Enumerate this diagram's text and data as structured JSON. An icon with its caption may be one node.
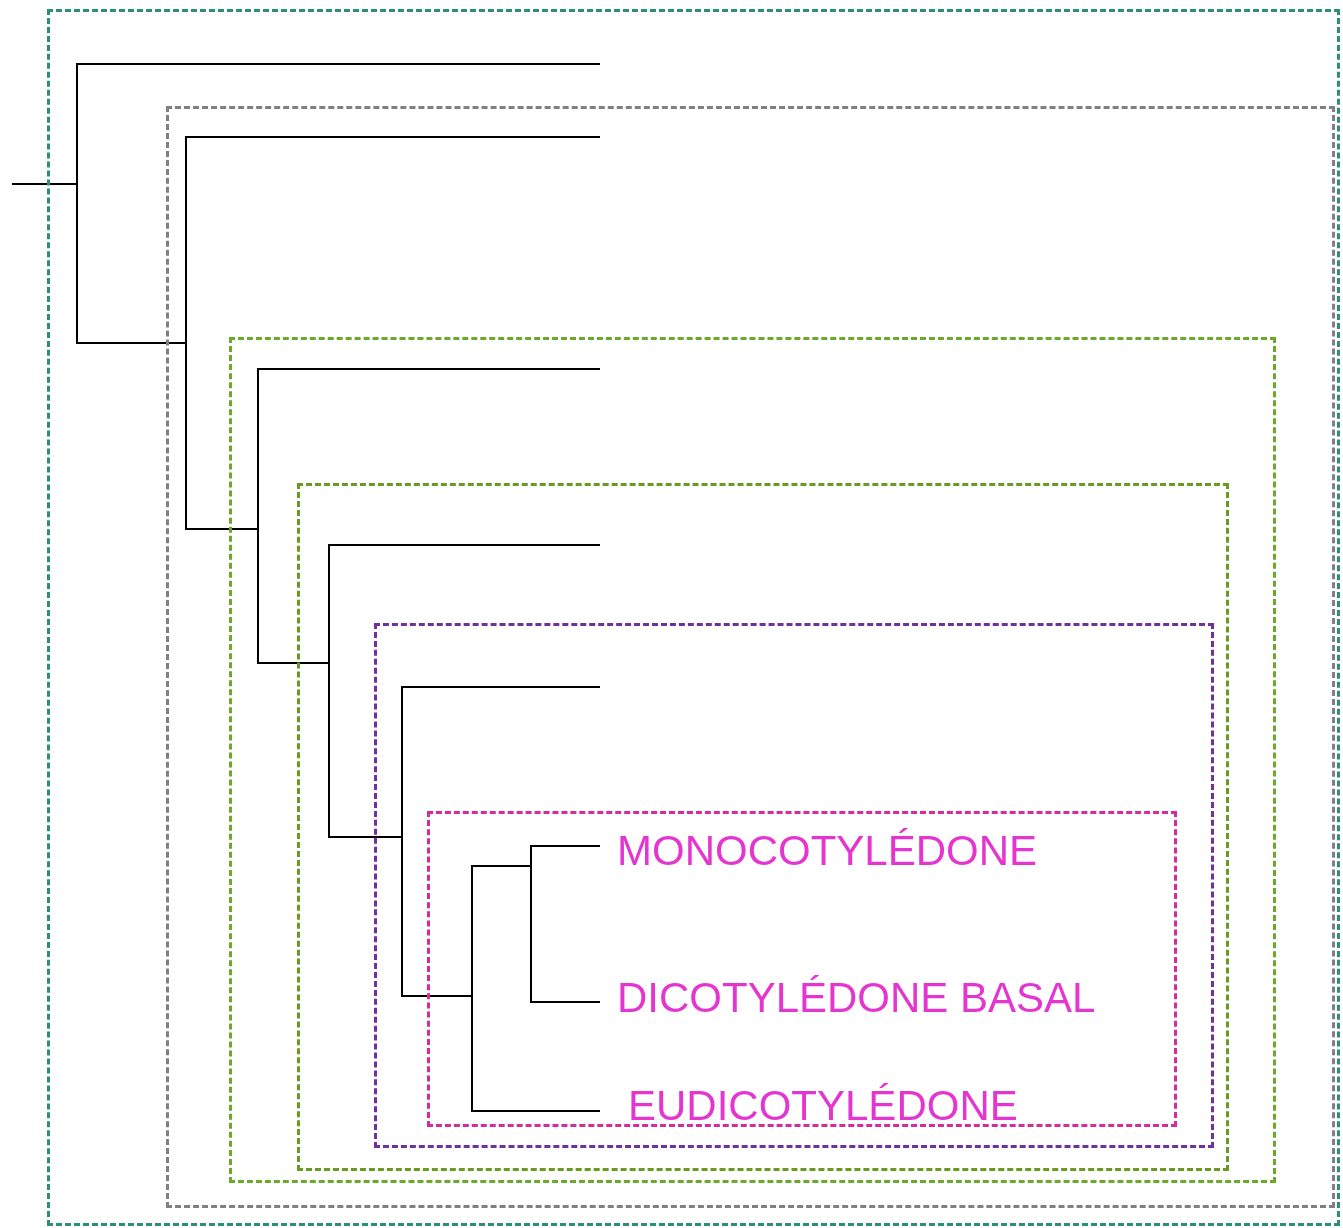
{
  "diagram": {
    "nodes": [
      {
        "text": [],
        "shape": "box"
      },
      {
        "text": [],
        "shape": "box",
        "in": 0
      },
      {
        "text": [],
        "shape": "box",
        "in": 1
      },
      {
        "text": [],
        "shape": "box",
        "in": 2
      },
      {
        "text": [],
        "shape": "box",
        "in": 3
      },
      {
        "text": [],
        "shape": "box",
        "in": 4
      },
      {
        "text": [
          "MONOCOTYLÉDONE"
        ],
        "in": 5
      },
      {
        "text": [
          "DICOTYLÉDONE BASAL"
        ],
        "in": 5
      },
      {
        "text": [
          "EUDICOTYLÉDONE"
        ],
        "in": 5
      }
    ],
    "edges": []
  }
}
